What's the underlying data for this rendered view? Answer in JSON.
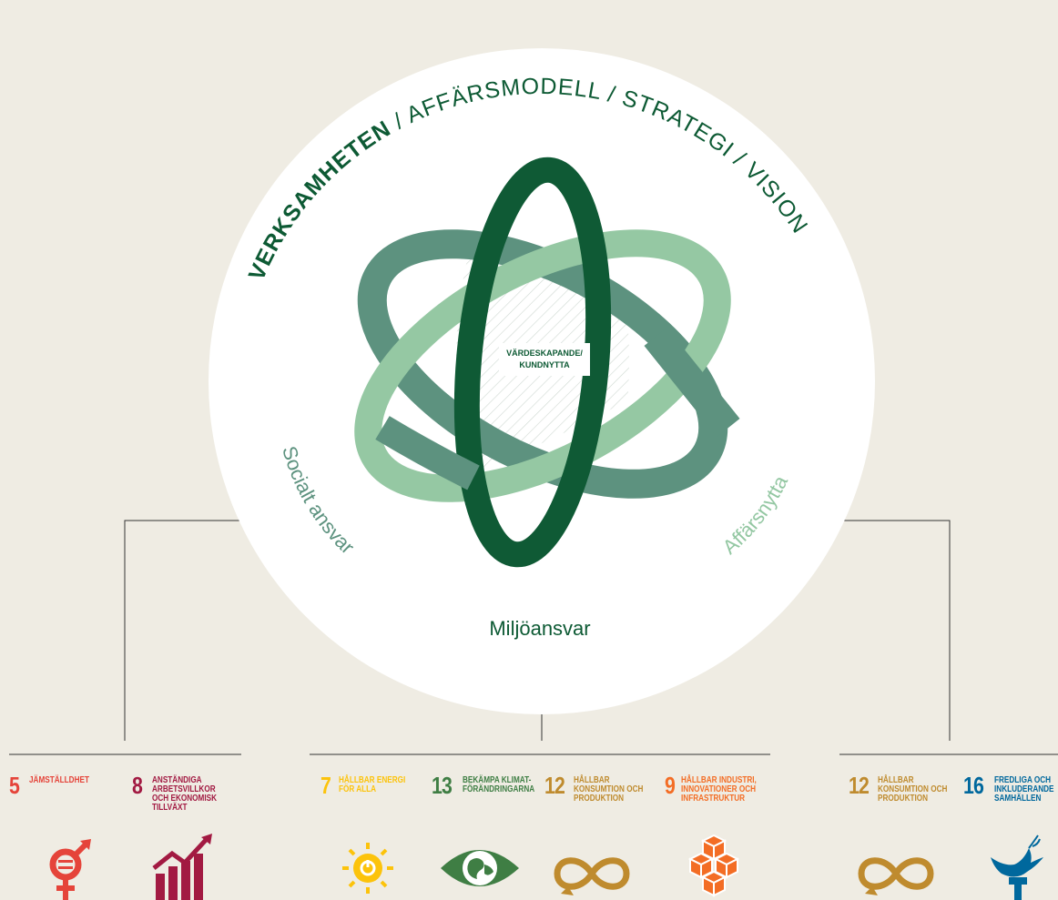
{
  "diagram": {
    "arc_title_bold": "VERKSAMHETEN",
    "arc_title_rest": " / AFFÄRSMODELL / STRATEGI / VISION",
    "center_line1": "VÄRDESKAPANDE/",
    "center_line2": "KUNDNYTTA",
    "label_social": "Socialt ansvar",
    "label_affars": "Affärsnytta",
    "label_miljo": "Miljöansvar"
  },
  "colors": {
    "background": "#efece3",
    "circle": "#ffffff",
    "dark_green": "#0d5a34",
    "mid_green": "#4f8c75",
    "light_green": "#93c7a2"
  },
  "goals": [
    {
      "number": "5",
      "label": "JÄMSTÄLLDHET",
      "color": "#e5443a",
      "icon": "gender-equality-icon"
    },
    {
      "number": "8",
      "label": "ANSTÄNDIGA\nARBETSVILLKOR\nOCH EKONOMISK\nTILLVÄXT",
      "color": "#a21a42",
      "icon": "growth-chart-icon"
    },
    {
      "number": "7",
      "label": "HÅLLBAR ENERGI\nFÖR ALLA",
      "color": "#fcc30b",
      "icon": "sun-power-icon"
    },
    {
      "number": "13",
      "label": "BEKÄMPA KLIMAT-\nFÖRÄNDRINGARNA",
      "color": "#3f7e44",
      "icon": "earth-eye-icon"
    },
    {
      "number": "12",
      "label": "HÅLLBAR\nKONSUMTION OCH\nPRODUKTION",
      "color": "#bf8b2e",
      "icon": "infinity-icon"
    },
    {
      "number": "9",
      "label": "HÅLLBAR INDUSTRI,\nINNOVATIONER OCH\nINFRASTRUKTUR",
      "color": "#f36d25",
      "icon": "cubes-icon"
    },
    {
      "number": "12",
      "label": "HÅLLBAR\nKONSUMTION OCH\nPRODUKTION",
      "color": "#bf8b2e",
      "icon": "infinity-icon"
    },
    {
      "number": "16",
      "label": "FREDLIGA OCH\nINKLUDERANDE\nSAMHÄLLEN",
      "color": "#00689d",
      "icon": "dove-gavel-icon"
    }
  ]
}
